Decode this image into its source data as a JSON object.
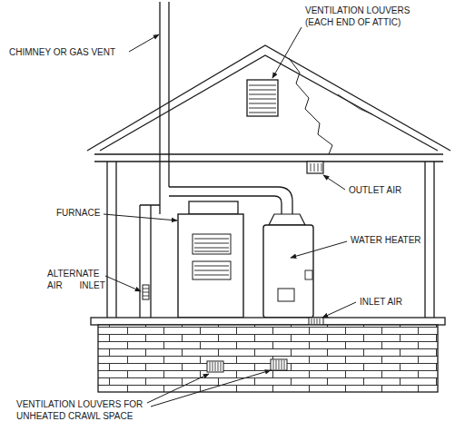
{
  "diagram": {
    "labels": [
      "CHIMNEY OR GAS VENT",
      "VENTILATION LOUVERS (EACH END OF ATTIC)",
      "OUTLET AIR",
      "FURNACE",
      "WATER HEATER",
      "ALTERNATE AIR INLET",
      "INLET AIR",
      "VENTILATION LOUVERS FOR UNHEATED CRAWL SPACE"
    ]
  }
}
